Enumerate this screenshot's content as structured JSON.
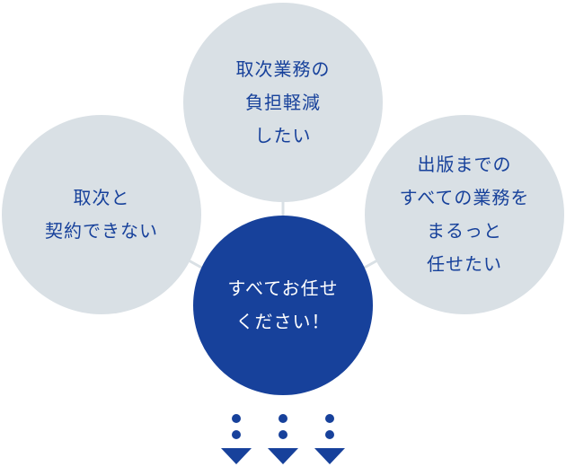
{
  "diagram": {
    "concerns": [
      {
        "id": "top",
        "text": "取次業務の\n負担軽減\nしたい"
      },
      {
        "id": "left",
        "text": "取次と\n契約できない"
      },
      {
        "id": "right",
        "text": "出版までの\nすべての業務を\nまるっと\n任せたい"
      }
    ],
    "solution": {
      "text": "すべてお任せ\nください！"
    },
    "colors": {
      "concern_fill": "#d9e0e5",
      "accent": "#17419b",
      "solution_text": "#ffffff",
      "connector": "#d9e0e5"
    },
    "arrow_count": 3
  }
}
